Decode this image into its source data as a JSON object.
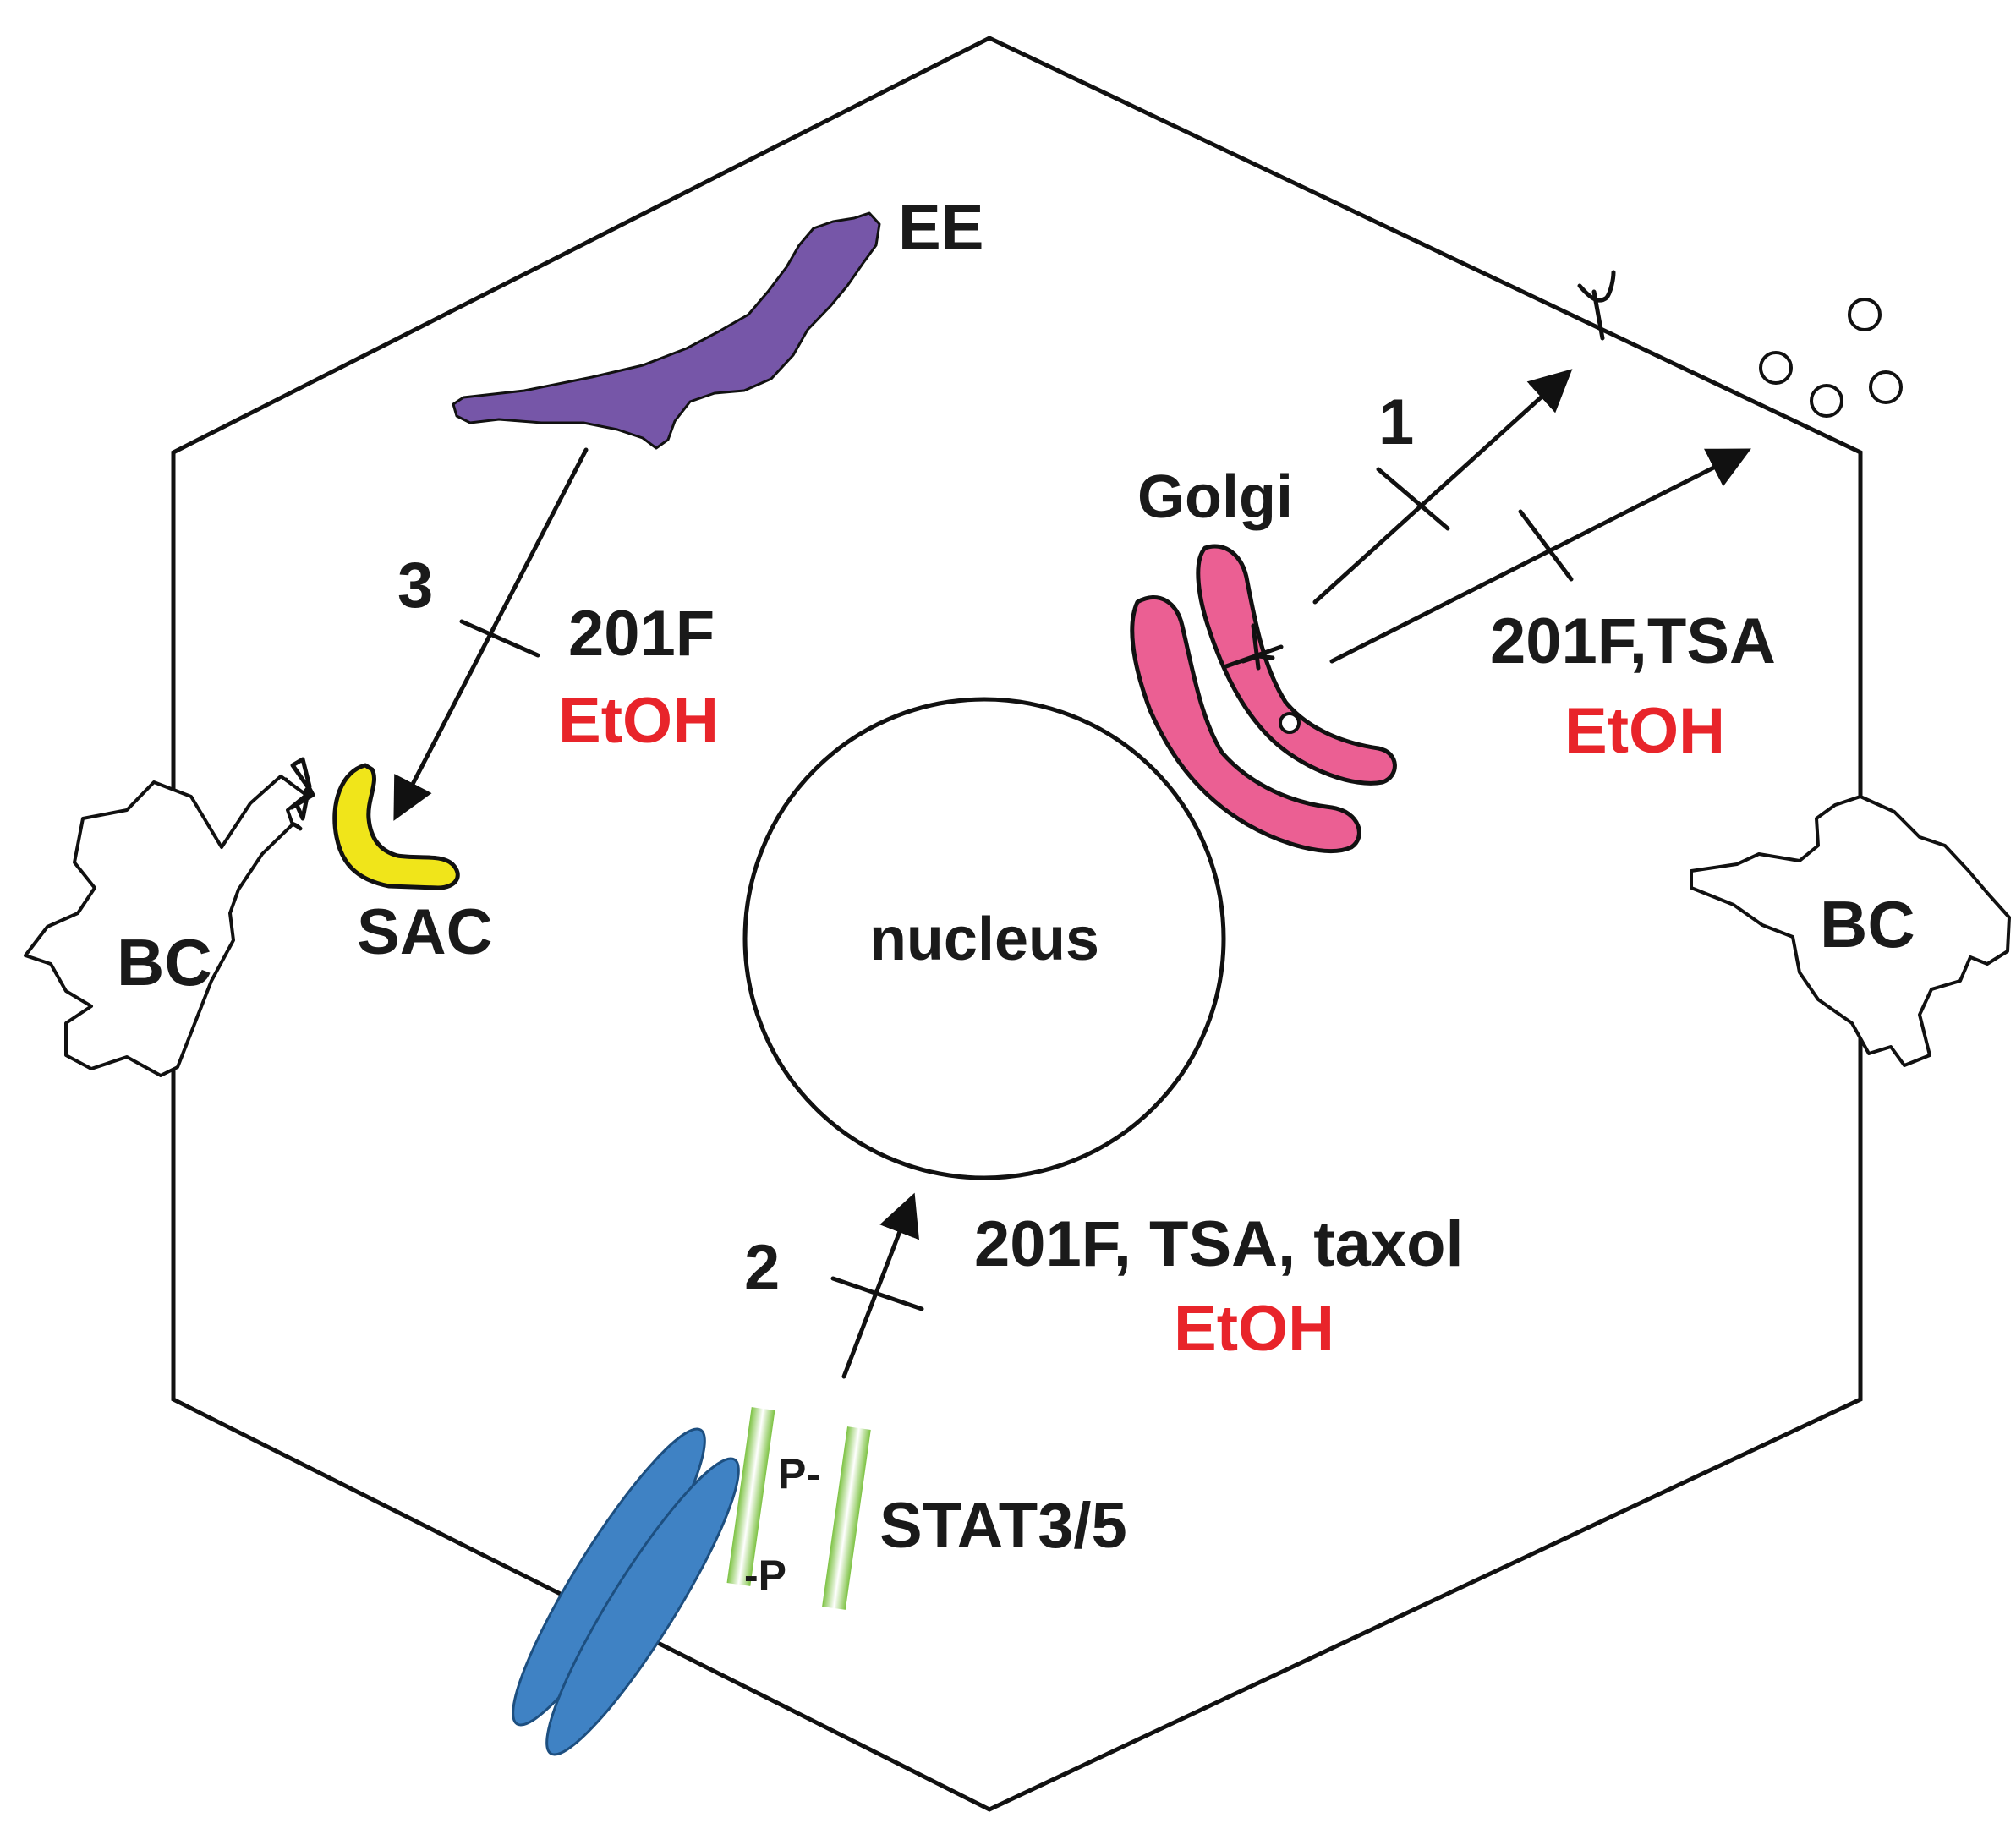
{
  "labels": {
    "ee": "EE",
    "golgi": "Golgi",
    "nucleus": "nucleus",
    "sac": "SAC",
    "bc_left": "BC",
    "bc_right": "BC",
    "stat": "STAT3/5",
    "p_top": "P-",
    "p_bottom": "-P",
    "step1": "1",
    "step2": "2",
    "step3": "3"
  },
  "inhibitors": {
    "path1": {
      "agents": "201F,TSA",
      "condition": "EtOH"
    },
    "path2": {
      "agents": "201F, TSA, taxol",
      "condition": "EtOH"
    },
    "path3": {
      "agents": "201F",
      "condition": "EtOH"
    }
  },
  "colors": {
    "endosome": "#7656a8",
    "golgi": "#eb5f93",
    "sac": "#f0e51a",
    "receptor": "#3f82c4",
    "stat": "#7cc242",
    "highlight": "#e8242a"
  }
}
